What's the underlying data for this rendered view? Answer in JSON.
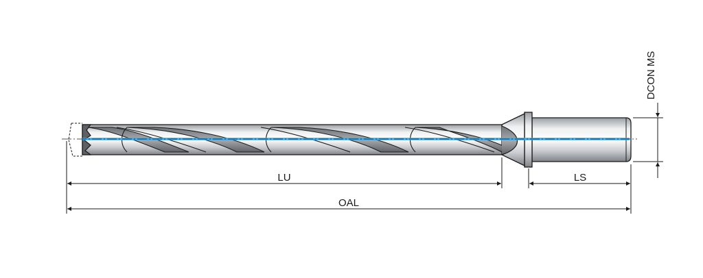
{
  "dimensions": {
    "lu": "LU",
    "ls": "LS",
    "oal": "OAL",
    "dcon_ms": "DCON MS"
  },
  "colors": {
    "coolant": "#3fa9e8",
    "steel_light": "#f2f3f4",
    "steel_mid": "#c4c7ca",
    "steel_dark": "#8d9196",
    "outline": "#1a1a1a"
  }
}
